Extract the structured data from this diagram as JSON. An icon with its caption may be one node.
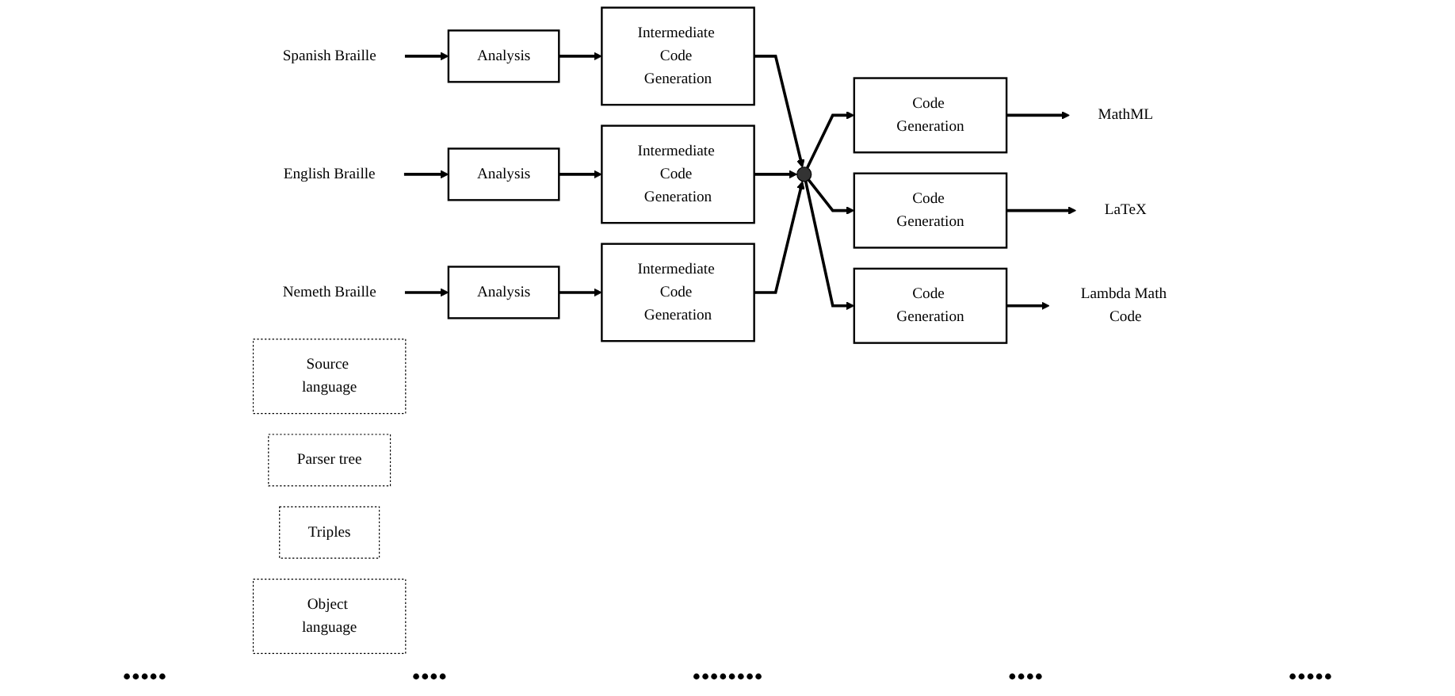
{
  "diagram": {
    "nodes": [
      {
        "text": [
          "Spanish Braille"
        ]
      },
      {
        "text": [
          "Analysis"
        ]
      },
      {
        "text": [
          "Intermediate Code Generation"
        ]
      },
      {
        "text": [
          "English Braille"
        ]
      },
      {
        "text": [
          "Analysis"
        ]
      },
      {
        "text": [
          "Intermediate Code Generation"
        ]
      },
      {
        "text": [
          "Nemeth Braille"
        ]
      },
      {
        "text": [
          "Analysis"
        ]
      },
      {
        "text": [
          "Intermediate Code Generation"
        ]
      },
      {
        "text": [],
        "shape": "ellipse"
      },
      {
        "text": [
          "Code Generation"
        ]
      },
      {
        "text": [
          "MathML"
        ]
      },
      {
        "text": [
          "Code Generation"
        ]
      },
      {
        "text": [
          "LaTeX"
        ]
      },
      {
        "text": [
          "Code Generation"
        ]
      },
      {
        "text": [
          "Lambda Math Code"
        ]
      },
      {
        "text": [
          "Source language"
        ]
      },
      {
        "text": [
          "Parser tree"
        ]
      },
      {
        "text": [
          "Triples"
        ]
      },
      {
        "text": [
          "Object language"
        ]
      }
    ],
    "edges": [
      {
        "from": 0,
        "to": 1,
        "arrow": "to"
      },
      {
        "from": 1,
        "to": 2,
        "arrow": "to"
      },
      {
        "from": 3,
        "to": 4,
        "arrow": "to"
      },
      {
        "from": 4,
        "to": 5,
        "arrow": "to"
      },
      {
        "from": 6,
        "to": 7,
        "arrow": "to"
      },
      {
        "from": 7,
        "to": 8,
        "arrow": "to"
      },
      {
        "from": 2,
        "to": 9,
        "arrow": "to"
      },
      {
        "from": 5,
        "to": 9,
        "arrow": "to"
      },
      {
        "from": 8,
        "to": 9,
        "arrow": "to"
      },
      {
        "from": 9,
        "to": 10,
        "arrow": "to"
      },
      {
        "from": 9,
        "to": 12,
        "arrow": "to"
      },
      {
        "from": 9,
        "to": 14,
        "arrow": "to"
      },
      {
        "from": 10,
        "to": 11,
        "arrow": "to"
      },
      {
        "from": 12,
        "to": 13,
        "arrow": "to"
      },
      {
        "from": 14,
        "to": 15,
        "arrow": "to"
      }
    ],
    "labels": [
      "•••••",
      "••••",
      "••••••••",
      "••••",
      "•••••"
    ]
  }
}
